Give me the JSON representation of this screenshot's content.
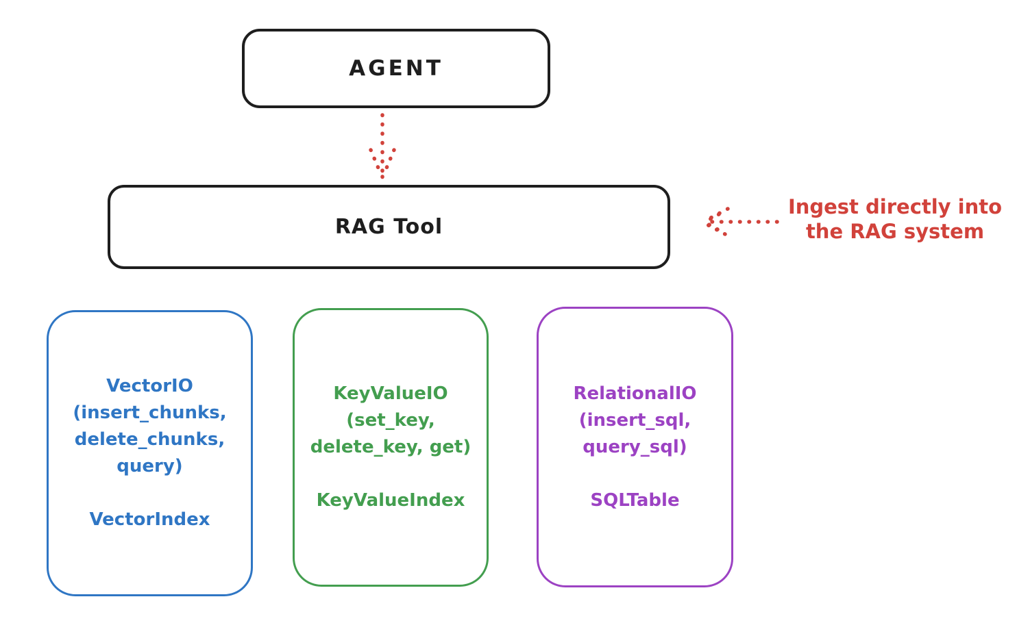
{
  "palette": {
    "ink": "#1e1e1e",
    "red": "#d1423b",
    "blue": "#2f76c4",
    "green": "#439e4f",
    "purple": "#9c42c3",
    "background": "#ffffff"
  },
  "nodes": {
    "agent": {
      "label": "AGENT",
      "stroke": "#1e1e1e"
    },
    "rag_tool": {
      "label": "RAG Tool",
      "stroke": "#1e1e1e"
    }
  },
  "storage_nodes": [
    {
      "name": "vector-io-node",
      "color": "#2f76c4",
      "title": "VectorIO",
      "methods": "(insert_chunks, delete_chunks, query)",
      "index": "VectorIndex",
      "lines": "VectorIO\n(insert_chunks,\ndelete_chunks,\nquery)\n\nVectorIndex"
    },
    {
      "name": "keyvalue-io-node",
      "color": "#439e4f",
      "title": "KeyValueIO",
      "methods": "(set_key, delete_key, get)",
      "index": "KeyValueIndex",
      "lines": "KeyValueIO\n(set_key,\ndelete_key, get)\n\nKeyValueIndex"
    },
    {
      "name": "relational-io-node",
      "color": "#9c42c3",
      "title": "RelationalIO",
      "methods": "(insert_sql, query_sql)",
      "index": "SQLTable",
      "lines": "RelationalIO\n(insert_sql,\nquery_sql)\n\nSQLTable"
    }
  ],
  "annotation": {
    "text": "Ingest directly into\nthe RAG system",
    "color": "#d1423b"
  },
  "arrows": [
    {
      "name": "agent-to-ragtool-arrow",
      "style": "dotted",
      "color": "#d1423b",
      "direction": "down"
    },
    {
      "name": "annotation-to-ragtool-arrow",
      "style": "dotted",
      "color": "#d1423b",
      "direction": "left"
    }
  ]
}
